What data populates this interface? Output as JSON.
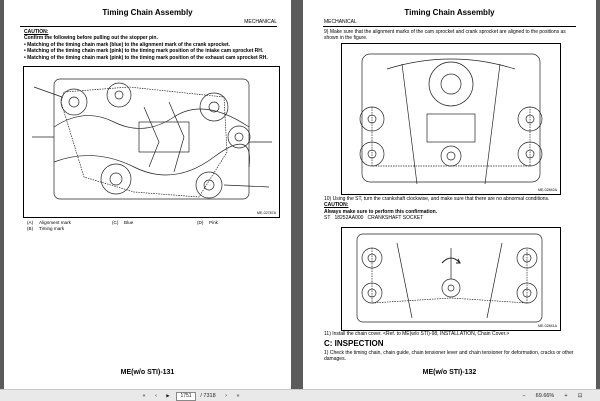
{
  "left_page": {
    "title": "Timing Chain Assembly",
    "section": "MECHANICAL",
    "caution_heading": "CAUTION:",
    "caution_intro": "Confirm the following before pulling out the stopper pin.",
    "bullets": [
      "Matching of the timing chain mark (blue) to the alignment mark of the crank sprocket.",
      "Matching of the timing chain mark (pink) to the timing mark position of the intake cam sprocket RH.",
      "Matching of the timing chain mark (pink) to the timing mark position of the exhaust cam sprocket RH."
    ],
    "figure_code": "ME-02787A",
    "legend": [
      {
        "key": "(A)",
        "text": "Alignment mark"
      },
      {
        "key": "(B)",
        "text": "Timing mark"
      },
      {
        "key": "(C)",
        "text": "Blue"
      },
      {
        "key": "(D)",
        "text": "Pink"
      }
    ],
    "footer": "ME(w/o STI)-131"
  },
  "right_page": {
    "title": "Timing Chain Assembly",
    "section": "MECHANICAL",
    "step9": "9) Make sure that the alignment marks of the cam sprocket and crank sprocket are aligned to the positions as shown in the figure.",
    "figure1_code": "ME-02842A",
    "step10": "10) Using the ST, turn the crankshaft clockwise, and make sure that there are no abnormal conditions.",
    "caution_heading": "CAUTION:",
    "caution_text": "Always make sure to perform this confirmation.",
    "st_line": "ST   18252AA000   CRANKSHAFT SOCKET",
    "figure2_code": "ME-02841A",
    "step11": "11) Install the chain cover. <Ref. to ME(w/o STI)-98, INSTALLATION, Chain Cover.>",
    "section_c": "C: INSPECTION",
    "step_c1": "1) Check the timing chain, chain guide, chain tensioner lever and chain tensioner for deformation, cracks or other damages.",
    "footer": "ME(w/o STI)-132"
  },
  "statusbar": {
    "nav_first": "«",
    "nav_prev": "‹",
    "nav_play": "▶",
    "page_current": "1751",
    "page_total": "/ 7318",
    "nav_next": "›",
    "nav_last": "»",
    "zoom": "69.66%",
    "zoom_out": "−",
    "zoom_in": "+",
    "fit": "⊡"
  },
  "colors": {
    "background": "#5b5b5b",
    "statusbar": "#e9e9e9"
  }
}
